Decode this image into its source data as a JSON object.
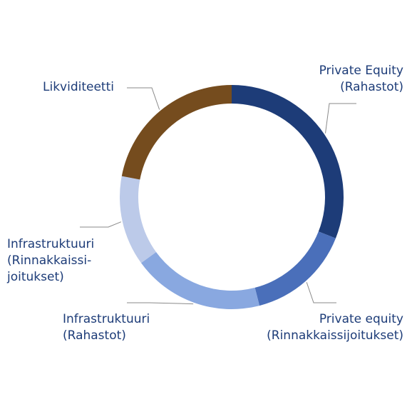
{
  "chart_data": {
    "type": "donut",
    "slices": [
      {
        "label_lines": [
          "Private Equity",
          "(Rahastot)"
        ],
        "value": 31,
        "color": "#1d3c78"
      },
      {
        "label_lines": [
          "Private equity",
          "(Rinnakkaissijoitukset)"
        ],
        "value": 15,
        "color": "#4a6fba"
      },
      {
        "label_lines": [
          "Infrastruktuuri",
          "(Rahastot)"
        ],
        "value": 19,
        "color": "#89a8e0"
      },
      {
        "label_lines": [
          "Infrastruktuuri",
          "(Rinnakkaissi-",
          "joitukset)"
        ],
        "value": 13,
        "color": "#bccae9"
      },
      {
        "label_lines": [
          "Likviditeetti"
        ],
        "value": 22,
        "color": "#754c1e"
      }
    ]
  }
}
